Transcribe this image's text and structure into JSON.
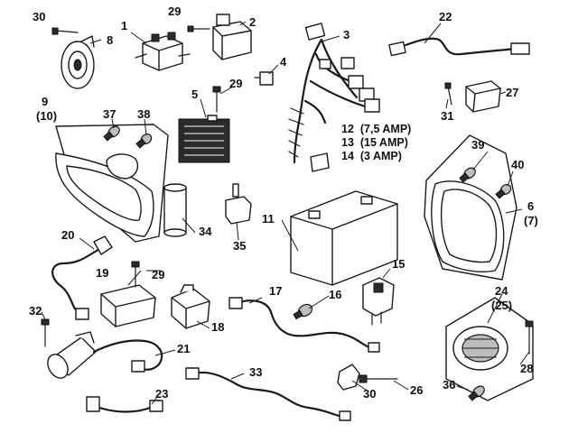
{
  "diagram": {
    "callouts": {
      "n1": "1",
      "n2": "2",
      "n3": "3",
      "n4": "4",
      "n5": "5",
      "n6": "6",
      "n6alt": "(7)",
      "n8": "8",
      "n9": "9",
      "n9alt": "(10)",
      "n11": "11",
      "n15": "15",
      "n16": "16",
      "n17": "17",
      "n18": "18",
      "n19": "19",
      "n20": "20",
      "n21": "21",
      "n22": "22",
      "n23": "23",
      "n24": "24",
      "n24alt": "(25)",
      "n26": "26",
      "n27": "27",
      "n28": "28",
      "n29a": "29",
      "n29b": "29",
      "n29c": "29",
      "n30a": "30",
      "n30b": "30",
      "n31": "31",
      "n32": "32",
      "n33": "33",
      "n34": "34",
      "n35": "35",
      "n36": "36",
      "n37": "37",
      "n38": "38",
      "n39": "39",
      "n40": "40"
    },
    "fuses": [
      {
        "number": "12",
        "rating": "(7,5 AMP)"
      },
      {
        "number": "13",
        "rating": "(15 AMP)"
      },
      {
        "number": "14",
        "rating": "(3 AMP)"
      }
    ]
  }
}
